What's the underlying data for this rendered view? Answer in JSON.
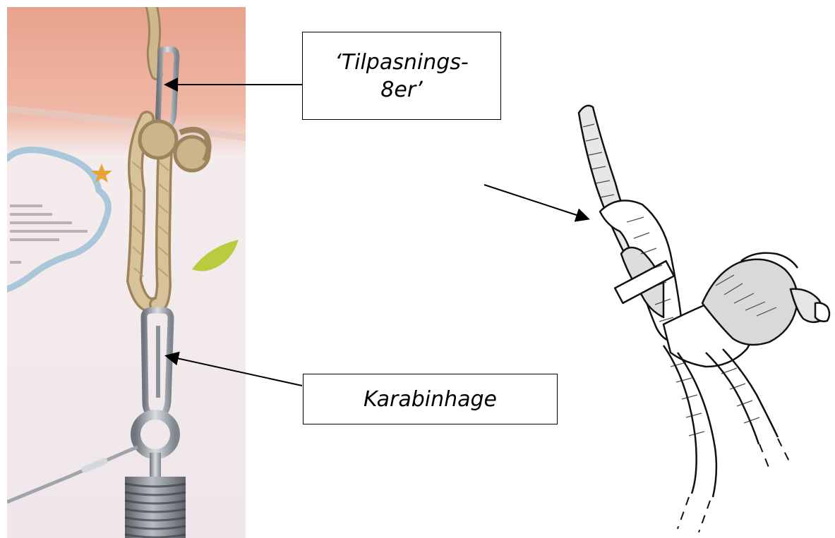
{
  "labels": {
    "top": "‘Tilpasnings-8er’",
    "bottom": "Karabinhage"
  },
  "colors": {
    "wall_top": "#e9a892",
    "wall_bottom": "#f2e6e8",
    "rope": "#cdb48a",
    "rope_shadow": "#9d845d",
    "metal": "#b8bcc2",
    "metal_dark": "#6f747b",
    "line": "#000000"
  },
  "icons": {
    "photo": "rope-carabiner-photo",
    "drawing": "rope-knot-illustration"
  }
}
